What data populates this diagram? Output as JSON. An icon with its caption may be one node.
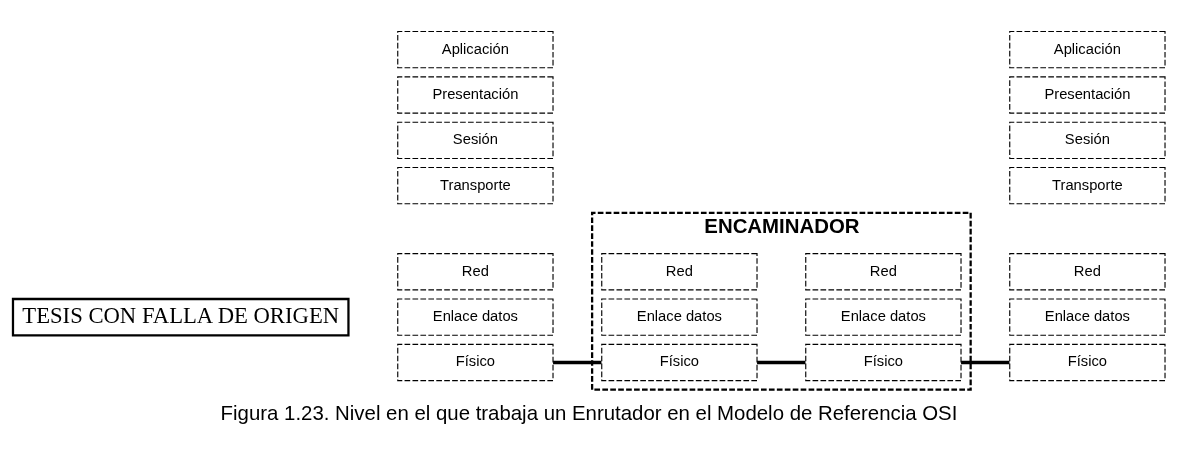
{
  "diagram": {
    "caption": "Figura 1.23. Nivel en el que trabaja un Enrutador en el Modelo de Referencia OSI",
    "nodes": [
      {
        "text": [
          "Aplicación"
        ]
      },
      {
        "text": [
          "Presentación"
        ]
      },
      {
        "text": [
          "Sesión"
        ]
      },
      {
        "text": [
          "Transporte"
        ]
      },
      {
        "text": [
          "Red"
        ]
      },
      {
        "text": [
          "Enlace datos"
        ]
      },
      {
        "text": [
          "Físico"
        ]
      },
      {
        "text": [
          "ENCAMINADOR"
        ]
      },
      {
        "text": [
          "Red"
        ],
        "in": 7
      },
      {
        "text": [
          "Enlace datos"
        ],
        "in": 7
      },
      {
        "text": [
          "Físico"
        ],
        "in": 7
      },
      {
        "text": [
          "Red"
        ],
        "in": 7
      },
      {
        "text": [
          "Enlace datos"
        ],
        "in": 7
      },
      {
        "text": [
          "Físico"
        ],
        "in": 7
      },
      {
        "text": [
          "Aplicación"
        ]
      },
      {
        "text": [
          "Presentación"
        ]
      },
      {
        "text": [
          "Sesión"
        ]
      },
      {
        "text": [
          "Transporte"
        ]
      },
      {
        "text": [
          "Red"
        ]
      },
      {
        "text": [
          "Enlace datos"
        ]
      },
      {
        "text": [
          "Físico"
        ]
      },
      {
        "text": [
          "TESIS CON FALLA DE ORIGEN"
        ]
      }
    ],
    "edges": [
      {
        "from": 6,
        "to": 10,
        "arrow": "none"
      },
      {
        "from": 10,
        "to": 13,
        "arrow": "none"
      },
      {
        "from": 13,
        "to": 20,
        "arrow": "none"
      }
    ]
  }
}
